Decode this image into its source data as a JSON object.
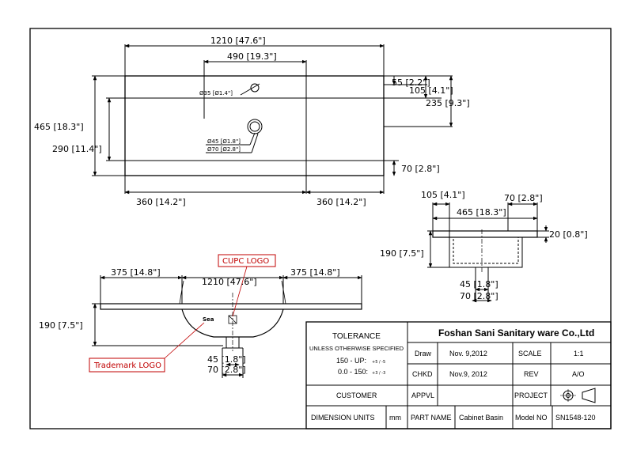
{
  "top_view": {
    "overall_width": "1210 [47.6\"]",
    "hole_offset": "490 [19.3\"]",
    "d55": "55 [2.2\"]",
    "d105": "105 [4.1\"]",
    "d235": "235 [9.3\"]",
    "overall_depth": "465 [18.3\"]",
    "d290": "290 [11.4\"]",
    "tap_hole": "Ø35 [Ø1.4\"]",
    "drain_inner": "Ø45 [Ø1.8\"]",
    "drain_outer": "Ø70 [Ø2.8\"]",
    "d70": "70 [2.8\"]",
    "left_margin": "360 [14.2\"]",
    "right_margin": "360 [14.2\"]"
  },
  "side_view": {
    "d105": "105 [4.1\"]",
    "d70": "70 [2.8\"]",
    "depth": "465 [18.3\"]",
    "thickness": "20 [0.8\"]",
    "height": "190 [7.5\"]",
    "drain45": "45 [1.8\"]",
    "drain70": "70 [2.8\"]"
  },
  "front_view": {
    "left": "375 [14.8\"]",
    "width": "1210 [47.6\"]",
    "right": "375 [14.8\"]",
    "height": "190 [7.5\"]",
    "drain45": "45 [1.8\"]",
    "drain70": "70 [2.8\"]",
    "cupc_label": "CUPC LOGO",
    "trademark_label": "Trademark LOGO",
    "brand_mark": "Sea"
  },
  "title_block": {
    "company": "Foshan Sani Sanitary ware Co.,Ltd",
    "tolerance_title": "TOLERANCE",
    "tolerance_note": "UNLESS OTHERWISE SPECIFIED",
    "tol_line1": "150 - UP:",
    "tol_line1_val": "+5 / -5",
    "tol_line2": "0.0 - 150:",
    "tol_line2_val": "+3 / -3",
    "draw_label": "Draw",
    "draw_date": "Nov. 9,2012",
    "scale_label": "SCALE",
    "scale_value": "1:1",
    "chkd_label": "CHKD",
    "chkd_date": "Nov.9, 2012",
    "rev_label": "REV",
    "rev_value": "A/O",
    "customer_label": "CUSTOMER",
    "appvl_label": "APPVL",
    "project_label": "PROJECT",
    "dim_units_label": "DIMENSION UNITS",
    "dim_units_value": "mm",
    "part_name_label": "PART NAME",
    "part_name_value": "Cabinet Basin",
    "model_label": "Model NO",
    "model_value": "SN1548-120"
  }
}
